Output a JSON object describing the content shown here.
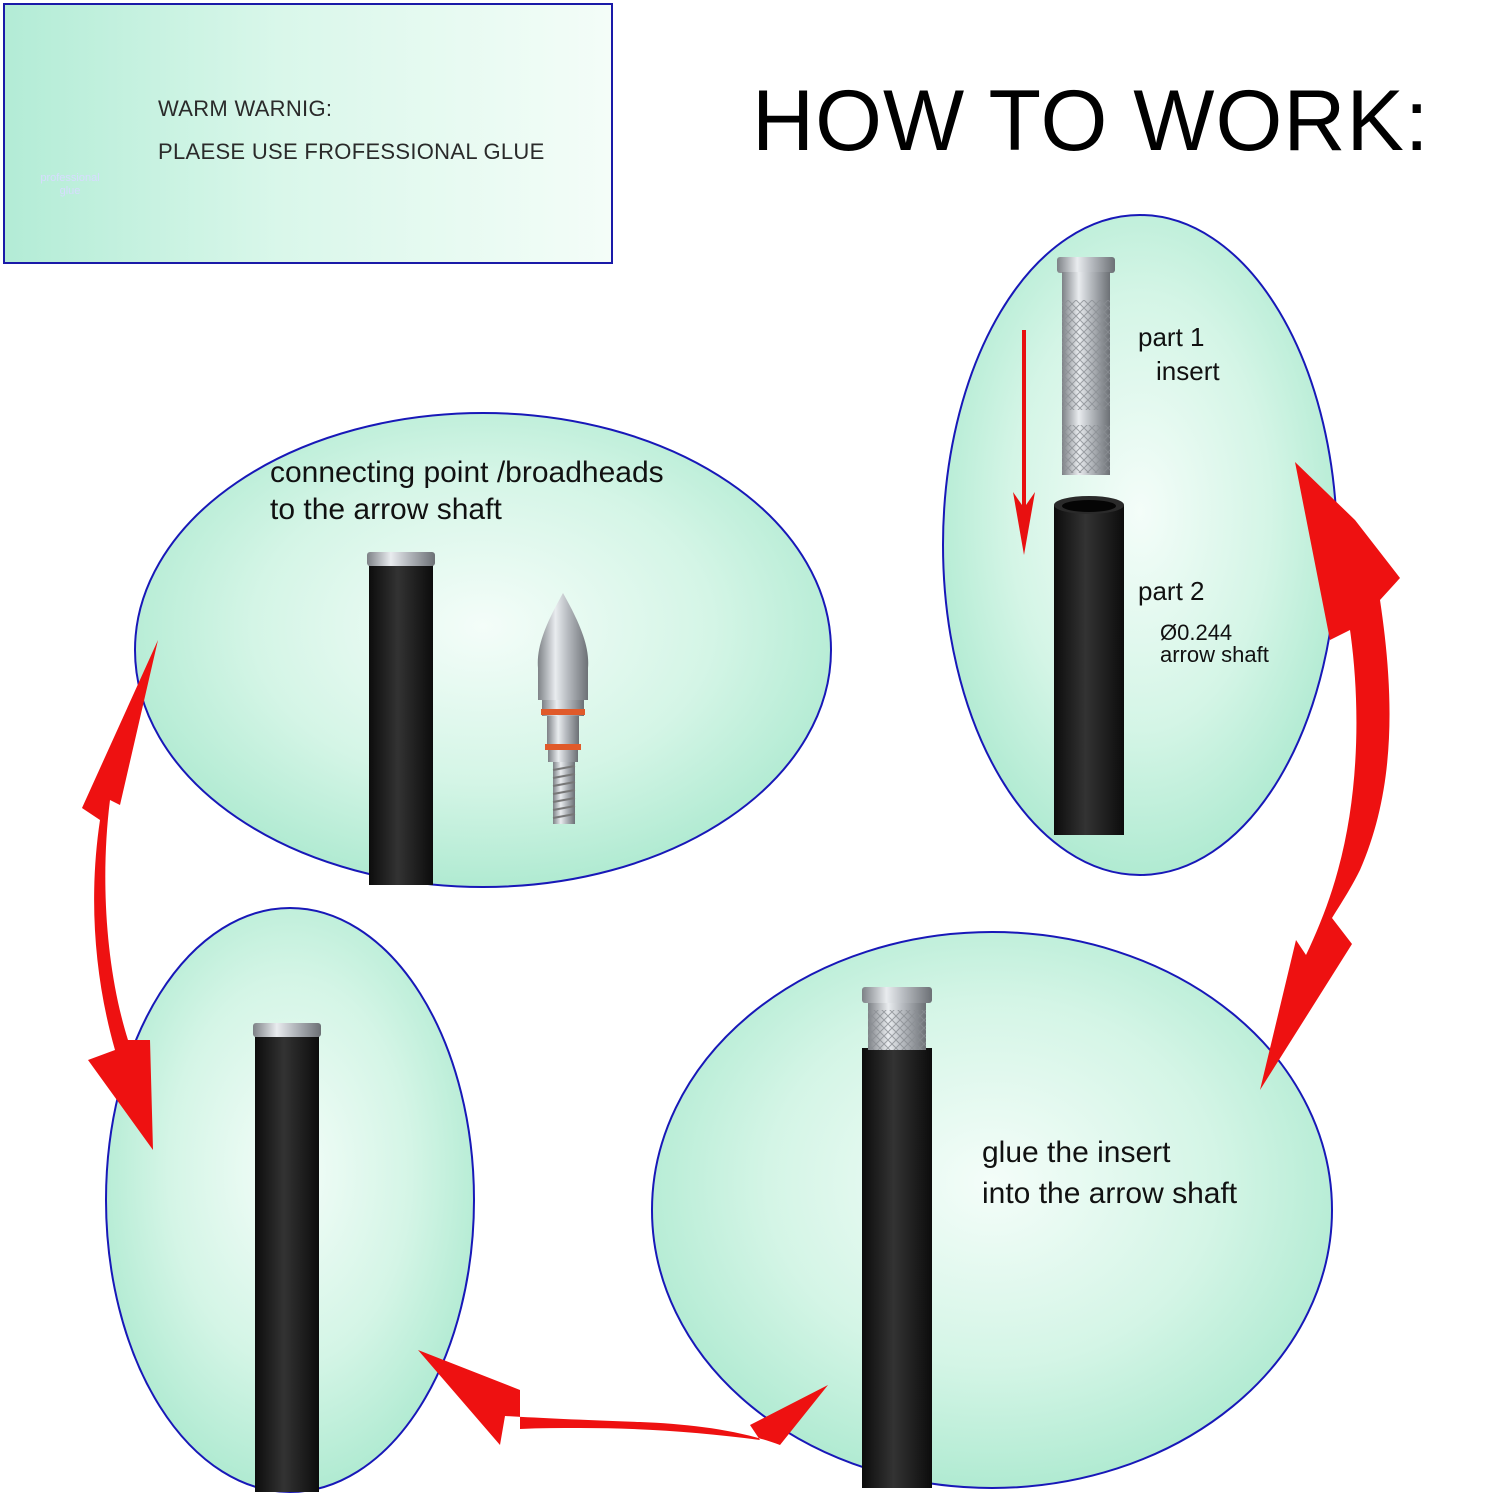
{
  "warning": {
    "line1": "WARM WARNIG:",
    "line2": "PLAESE USE FROFESSIONAL GLUE",
    "bottle_text_line1": "professional",
    "bottle_text_line2": "glue"
  },
  "title": "HOW TO WORK:",
  "steps": {
    "insert_step": {
      "part1_line1": "part 1",
      "part1_line2": "insert",
      "part2_line1": "part 2",
      "diameter": "Ø0.244",
      "part2_line3": "arrow shaft"
    },
    "glue_step": {
      "line1": "glue the insert",
      "line2": "into the arrow shaft"
    },
    "connect_step": {
      "line1": "connecting point /broadheads",
      "line2": "to the arrow shaft"
    }
  },
  "colors": {
    "ellipse_border": "#1818b8",
    "ellipse_fill_light": "#f2fdf8",
    "ellipse_fill_mint": "#aeead2",
    "arrow_red": "#ee1111",
    "bottle_blue": "#0a1ef0",
    "shaft_black": "#151515"
  }
}
